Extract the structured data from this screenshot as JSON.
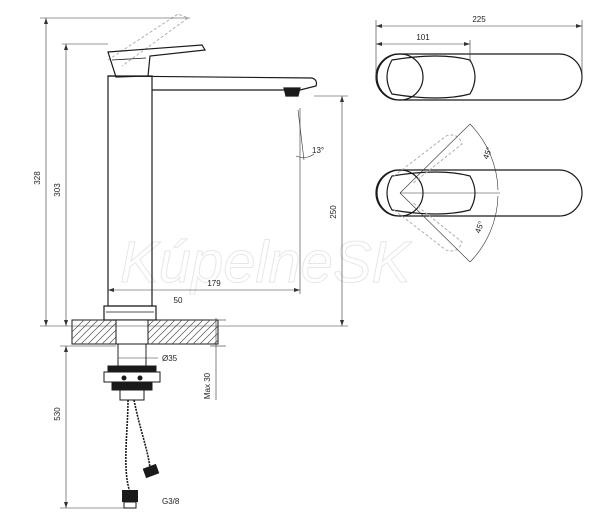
{
  "watermark": "KúpelneSK",
  "dimensions": {
    "height_total": "328",
    "height_spout": "303",
    "spout_reach": "179",
    "spout_clearance": "250",
    "base_offset": "50",
    "spout_angle": "13°",
    "base_diameter": "Ø35",
    "max_thickness": "Max 30",
    "hose_length": "530",
    "thread": "G3/8",
    "top_length": "225",
    "top_handle": "101",
    "rotation_left": "45°",
    "rotation_right": "45°"
  },
  "colors": {
    "line": "#1a1a1a",
    "dim_line": "#333333",
    "hatch": "#555555",
    "ghost": "#aaaaaa"
  }
}
